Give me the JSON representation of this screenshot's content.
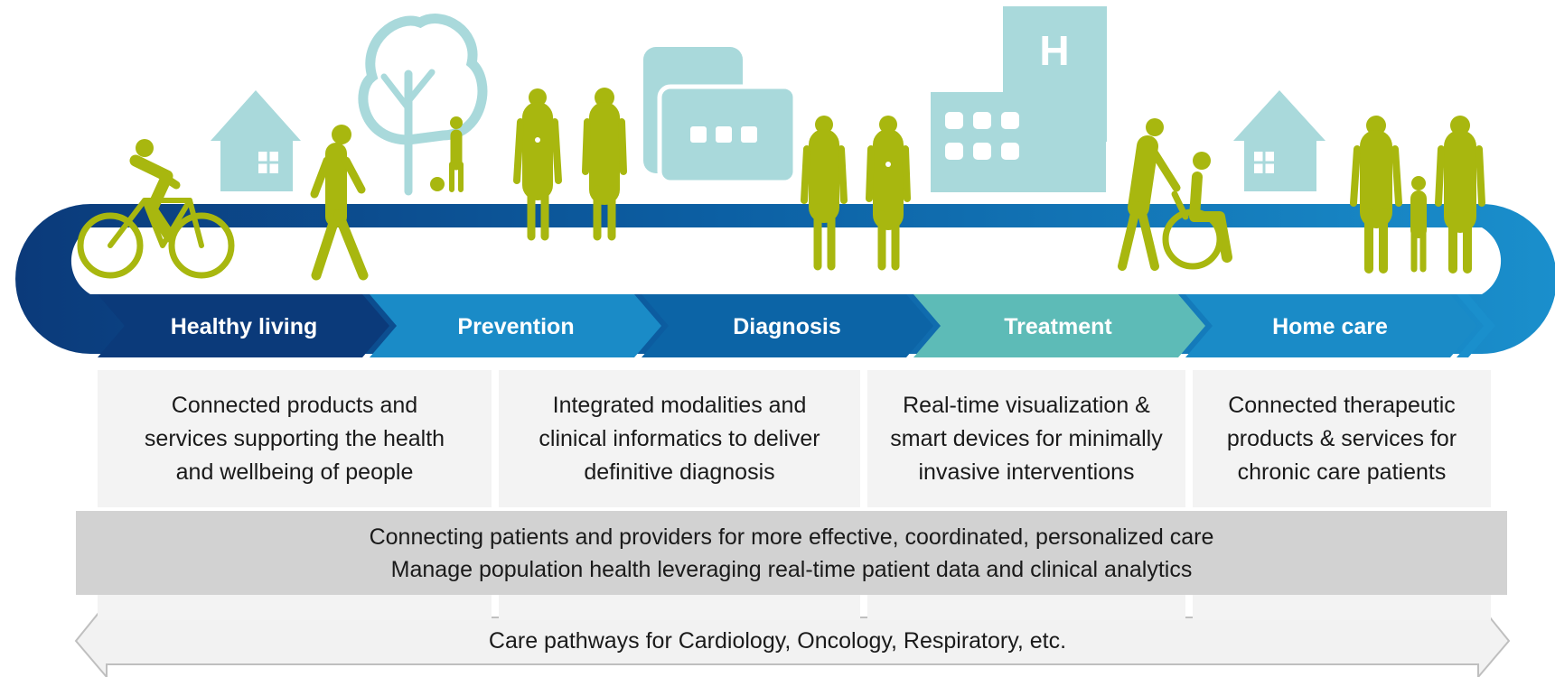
{
  "stages": [
    {
      "label": "Healthy living",
      "color": "#0b3a7a"
    },
    {
      "label": "Prevention",
      "color": "#1a8bc7"
    },
    {
      "label": "Diagnosis",
      "color": "#0c64a6"
    },
    {
      "label": "Treatment",
      "color": "#5dbbb7"
    },
    {
      "label": "Home care",
      "color": "#1a8bc7"
    }
  ],
  "descriptions": [
    {
      "lines": [
        "Connected products and",
        "services supporting the health",
        "and wellbeing of people"
      ]
    },
    {
      "lines": [
        "Integrated modalities and",
        "clinical informatics to deliver",
        "definitive diagnosis"
      ]
    },
    {
      "lines": [
        "Real-time visualization &",
        "smart devices for minimally",
        "invasive interventions"
      ]
    },
    {
      "lines": [
        "Connected therapeutic",
        "products & services for",
        "chronic care patients"
      ]
    }
  ],
  "band": {
    "line1": "Connecting patients and providers for more effective, coordinated, personalized care",
    "line2": "Manage population health leveraging real-time patient data and clinical analytics"
  },
  "pathway": {
    "label": "Care pathways for Cardiology, Oncology, Respiratory, etc."
  },
  "icons": {
    "hospital_letter": "H",
    "figure_color": "#a8b70f",
    "building_color": "#a9d9db"
  }
}
